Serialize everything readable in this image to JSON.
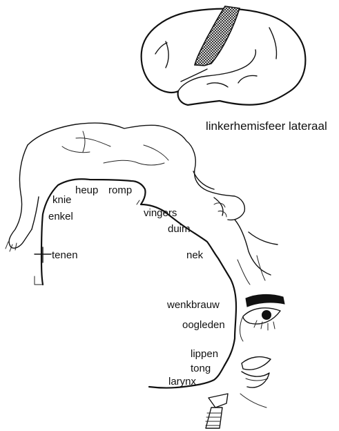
{
  "title": "linkerhemisfeer lateraal",
  "labels": {
    "heup": "heup",
    "romp": "romp",
    "knie": "knie",
    "enkel": "enkel",
    "tenen": "tenen",
    "vingers": "vingers",
    "duim": "duim",
    "nek": "nek",
    "wenkbrauw": "wenkbrauw",
    "oogleden": "oogleden",
    "lippen": "lippen",
    "tong": "tong",
    "larynx": "larynx"
  }
}
